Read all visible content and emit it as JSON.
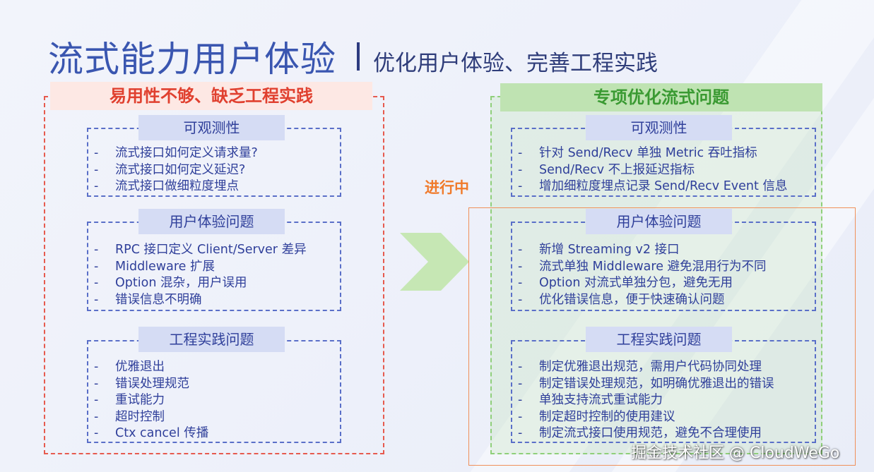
{
  "title": "流式能力用户体验",
  "subtitle": "优化用户体验、完善工程实践",
  "left": {
    "header": "易用性不够、缺乏工程实践",
    "sections": [
      {
        "label": "可观测性",
        "items": [
          "流式接口如何定义请求量?",
          "流式接口如何定义延迟?",
          "流式接口做细粒度埋点"
        ]
      },
      {
        "label": "用户体验问题",
        "items": [
          "RPC 接口定义 Client/Server 差异",
          "Middleware 扩展",
          "Option 混杂，用户误用",
          "错误信息不明确"
        ]
      },
      {
        "label": "工程实践问题",
        "items": [
          "优雅退出",
          "错误处理规范",
          "重试能力",
          "超时控制",
          "Ctx cancel 传播"
        ]
      }
    ]
  },
  "right": {
    "header": "专项优化流式问题",
    "sections": [
      {
        "label": "可观测性",
        "items": [
          "针对 Send/Recv 单独 Metric 吞吐指标",
          "Send/Recv 不上报延迟指标",
          "增加细粒度埋点记录 Send/Recv Event 信息"
        ]
      },
      {
        "label": "用户体验问题",
        "items": [
          "新增 Streaming v2 接口",
          "流式单独 Middleware 避免混用行为不同",
          "Option 对流式单独分包，避免无用",
          "优化错误信息，便于快速确认问题"
        ]
      },
      {
        "label": "工程实践问题",
        "items": [
          "制定优雅退出规范，需用户代码协同处理",
          "制定错误处理规范，如明确优雅退出的错误",
          "单独支持流式重试能力",
          "制定超时控制的使用建议",
          "制定流式接口使用规范，避免不合理使用"
        ]
      }
    ]
  },
  "progress_label": "进行中",
  "dash": "-",
  "watermark": "掘金技术社区 @ CloudWeGo",
  "colors": {
    "title": "#3a56b0",
    "left_accent": "#e0402f",
    "right_accent": "#3a9a32",
    "progress": "#f07a2a",
    "arrow": "#c6e7b4"
  }
}
